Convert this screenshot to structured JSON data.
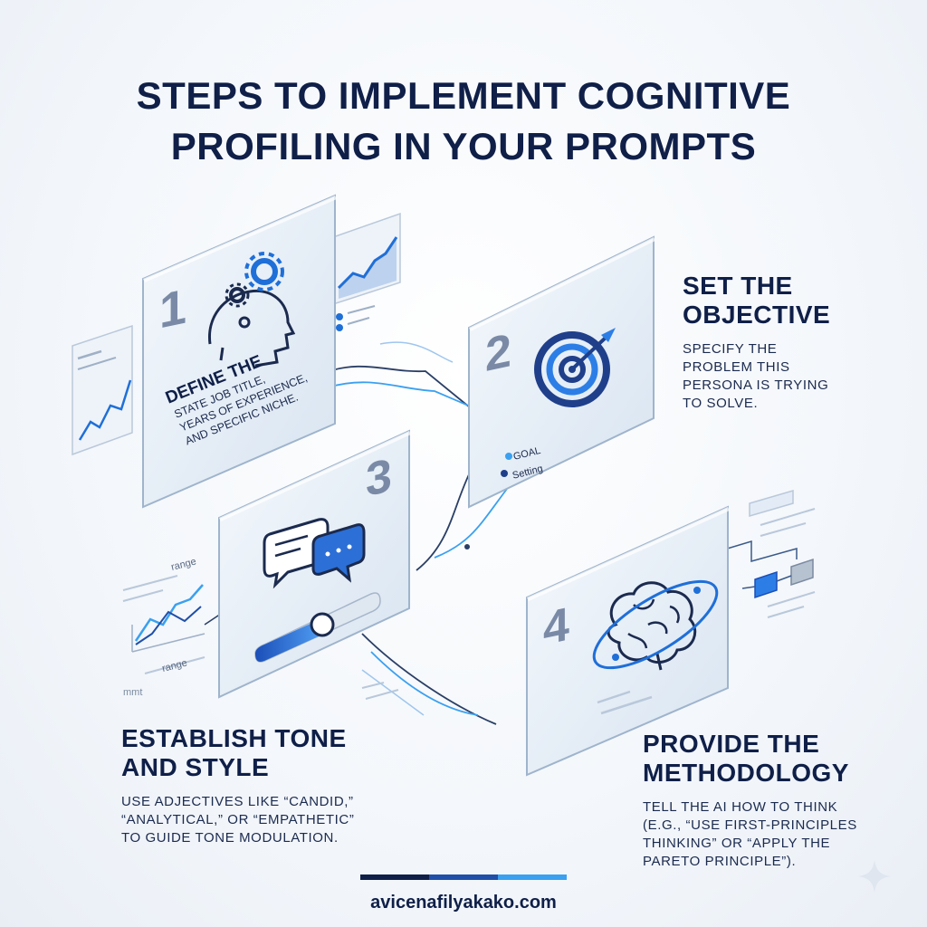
{
  "title": {
    "line1": "STEPS TO IMPLEMENT COGNITIVE",
    "line2": "PROFILING IN YOUR PROMPTS"
  },
  "steps": [
    {
      "number": "1",
      "heading": "DEFINE THE",
      "description_lines": [
        "STATE JOB TITLE,",
        "YEARS OF EXPERIENCE,",
        "AND SPECIFIC NICHE."
      ],
      "icon": "head-gears-icon"
    },
    {
      "number": "2",
      "heading_lines": [
        "SET THE",
        "OBJECTIVE"
      ],
      "description_lines": [
        "SPECIFY THE",
        "PROBLEM THIS",
        "PERSONA IS TRYING",
        "TO SOLVE."
      ],
      "card_labels": [
        "GOAL",
        "Setting"
      ],
      "icon": "target-icon"
    },
    {
      "number": "3",
      "heading_lines": [
        "ESTABLISH TONE",
        "AND STYLE"
      ],
      "description_lines": [
        "USE ADJECTIVES LIKE “CANDID,”",
        "“ANALYTICAL,” OR “EMPATHETIC”",
        "TO GUIDE TONE MODULATION."
      ],
      "icon": "chat-bubbles-icon"
    },
    {
      "number": "4",
      "heading_lines": [
        "PROVIDE THE",
        "METHODOLOGY"
      ],
      "description_lines": [
        "TELL THE AI HOW TO THINK",
        "(E.G., “USE FIRST-PRINCIPLES",
        "THINKING” OR “APPLY THE",
        "PARETO PRINCIPLE”)."
      ],
      "icon": "brain-orbit-icon"
    }
  ],
  "side_labels": {
    "range_top": "range",
    "range_bottom": "range",
    "mmt": "mmt"
  },
  "footer": {
    "url": "avicenafilyakako.com"
  },
  "colors": {
    "navy": "#0f1f48",
    "accent_blue": "#1f6fd8",
    "light_blue": "#3aa0f0",
    "panel": "#e3ecf6"
  }
}
